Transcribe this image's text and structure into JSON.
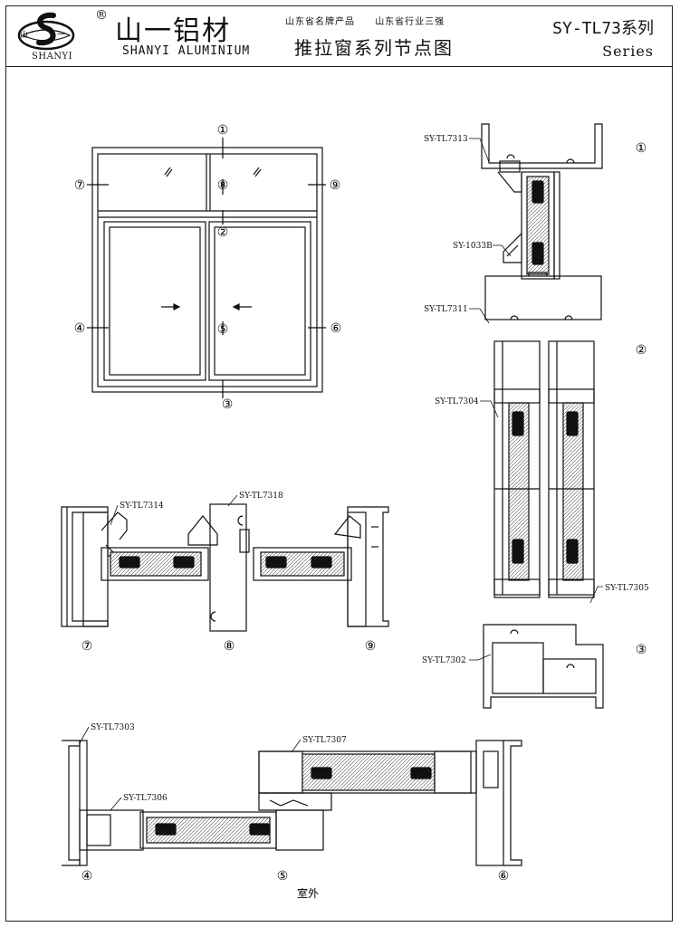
{
  "header": {
    "logo_text": "SHANYI",
    "logo_mark_left": "山",
    "logo_mark_right": "一",
    "reg_mark": "®",
    "brand_cn": "山一铝材",
    "brand_en": "SHANYI ALUMINIUM",
    "slogan_1": "山东省名牌产品",
    "slogan_2": "山东省行业三强",
    "title": "推拉窗系列节点图",
    "series_code": "SY-TL73系列",
    "series_word": "Series"
  },
  "elevation": {
    "markers": [
      "①",
      "②",
      "③",
      "④",
      "⑤",
      "⑥",
      "⑦",
      "⑧",
      "⑨"
    ]
  },
  "section_vertical": {
    "labels": [
      "SY-TL7313",
      "SY-1033B",
      "SY-TL7311",
      "SY-TL7304",
      "SY-TL7305",
      "SY-TL7302"
    ],
    "markers": [
      "①",
      "②",
      "③"
    ]
  },
  "section_top": {
    "labels": [
      "SY-TL7314",
      "SY-TL7318"
    ],
    "markers": [
      "⑦",
      "⑧",
      "⑨"
    ]
  },
  "section_bottom": {
    "labels": [
      "SY-TL7303",
      "SY-TL7307",
      "SY-TL7306"
    ],
    "markers": [
      "④",
      "⑤",
      "⑥"
    ],
    "caption": "室外"
  }
}
